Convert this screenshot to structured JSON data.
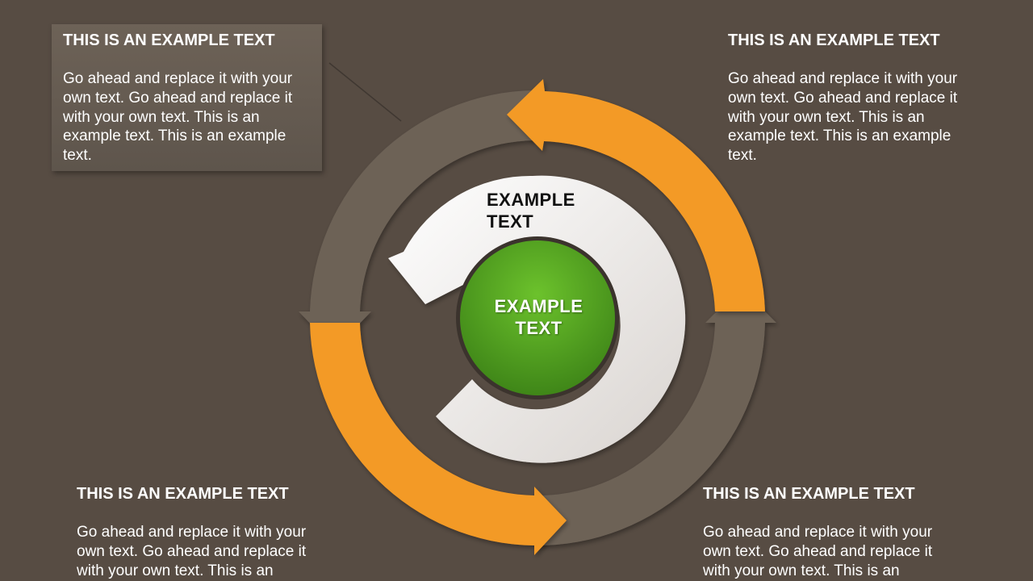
{
  "blocks": {
    "top_left": {
      "heading": "THIS IS AN EXAMPLE TEXT",
      "body": "Go ahead and replace it with your own text. Go ahead and replace it with your own text. This is an example text. This is an example text."
    },
    "top_right": {
      "heading": "THIS IS AN EXAMPLE TEXT",
      "body": "Go ahead and replace it with your own text. Go ahead and replace it with your own text. This is an example text. This is an example text."
    },
    "bottom_left": {
      "heading": "THIS IS AN EXAMPLE TEXT",
      "body": "Go ahead and replace it with your own text. Go ahead and replace it with your own text. This is an"
    },
    "bottom_right": {
      "heading": "THIS IS AN EXAMPLE TEXT",
      "body": "Go ahead and replace it with your own text. Go ahead and replace it with your own text. This is an"
    }
  },
  "cycle": {
    "inner_arrow_label": "EXAMPLE\nTEXT",
    "core_label": "EXAMPLE\nTEXT"
  },
  "colors": {
    "background": "#574c43",
    "orange_arrow": "#f39a25",
    "gray_arrow": "#6d6257",
    "inner_arrow": "#e8e4e1",
    "core_circle": "#4e9a1f",
    "text": "#ffffff"
  }
}
